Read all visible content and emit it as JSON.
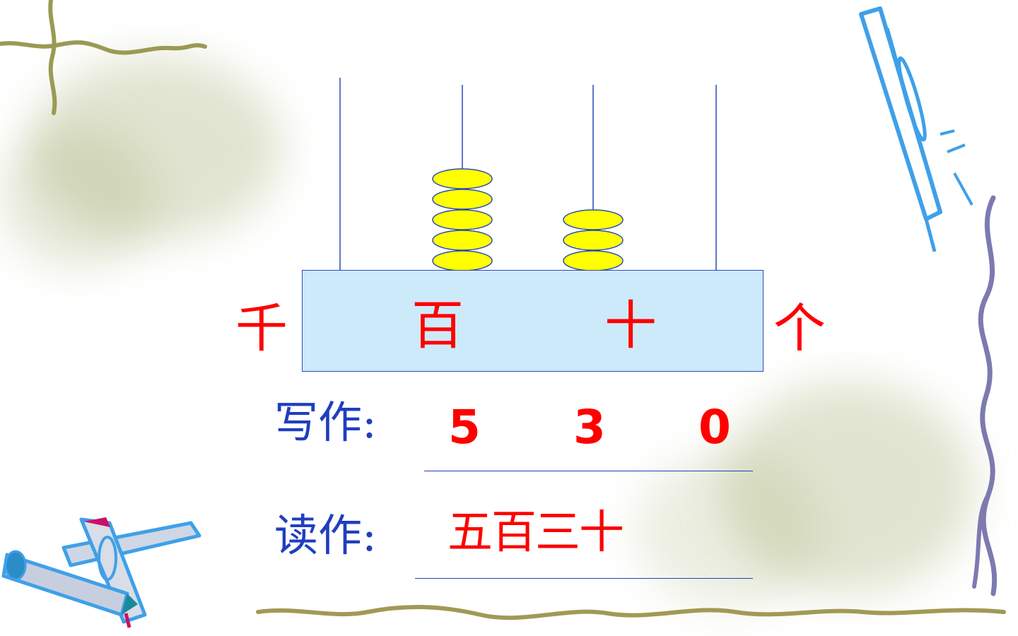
{
  "places": {
    "thousands": "千",
    "hundreds": "百",
    "tens": "十",
    "ones": "个"
  },
  "rods": [
    {
      "place": "thousands",
      "beads": 0
    },
    {
      "place": "hundreds",
      "beads": 5
    },
    {
      "place": "tens",
      "beads": 3
    },
    {
      "place": "ones",
      "beads": 0
    }
  ],
  "write": {
    "label": "写作:",
    "digits": [
      "5",
      "3",
      "0"
    ]
  },
  "read": {
    "label": "读作:",
    "value": "五百三十"
  },
  "colors": {
    "bead_fill": "#ffff00",
    "bead_stroke": "#2b4bb8",
    "rod": "#2b4bb8",
    "base_fill": "#cdeafb",
    "label_red": "#ff0000",
    "label_blue": "#1f3fbf"
  }
}
